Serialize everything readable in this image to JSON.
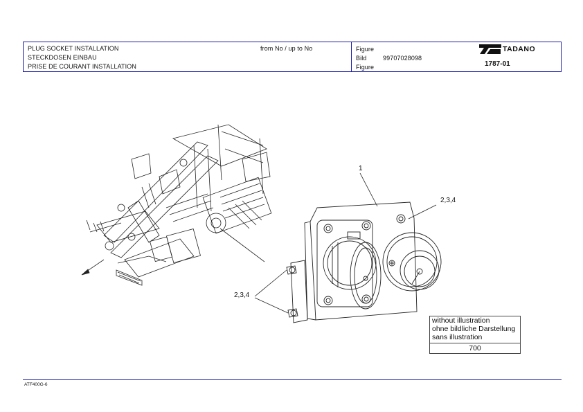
{
  "header": {
    "title_en": "PLUG SOCKET INSTALLATION",
    "title_de": "STECKDOSEN EINBAU",
    "title_fr": "PRISE DE COURANT INSTALLATION",
    "range": "from No / up to No",
    "figure_label_en": "Figure",
    "figure_label_de": "Bild",
    "figure_label_fr": "Figure",
    "part_number": "99707028098",
    "brand": "TADANO",
    "figure_number": "1787-01"
  },
  "callouts": {
    "item_1": "1",
    "items_top": "2,3,4",
    "items_left": "2,3,4"
  },
  "note": {
    "line1": "without illustration",
    "line2": "ohne bildliche Darstellung",
    "line3": "sans illustration",
    "number": "700"
  },
  "footer": {
    "code": "ATF400G-6"
  },
  "colors": {
    "border": "#1a1aa8",
    "ink": "#111111"
  }
}
